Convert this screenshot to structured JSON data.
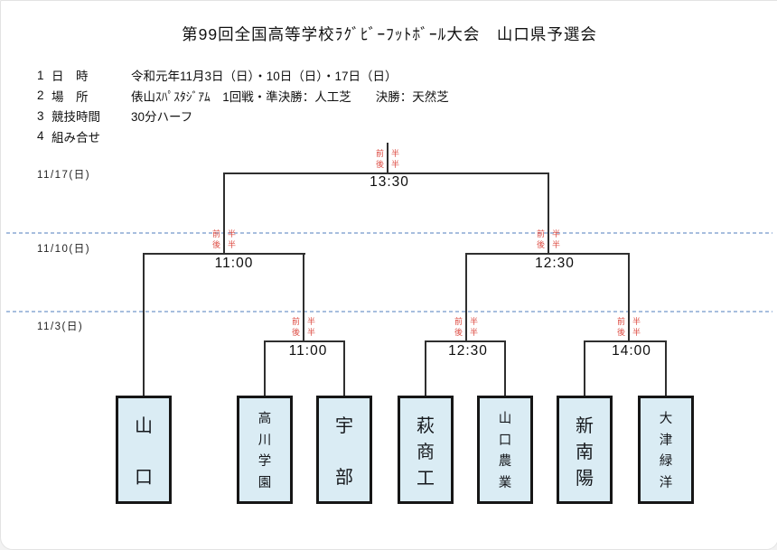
{
  "title": "第99回全国高等学校ﾗｸﾞﾋﾞｰﾌｯﾄﾎﾞｰﾙ大会　山口県予選会",
  "info": {
    "lines": [
      {
        "num": "1",
        "label": "日　時",
        "text": "令和元年11月3日（日）・10日（日）・17日（日）"
      },
      {
        "num": "2",
        "label": "場　所",
        "text": "俵山ｽﾊﾟｽﾀｼﾞｱﾑ　1回戦・準決勝：人工芝　　決勝：天然芝"
      },
      {
        "num": "3",
        "label": "競技時間",
        "text": "30分ハーフ"
      },
      {
        "num": "4",
        "label": "組み合せ",
        "text": ""
      }
    ]
  },
  "bracket": {
    "rounds": [
      {
        "date": "11/17(日)"
      },
      {
        "date": "11/10(日)"
      },
      {
        "date": "11/3(日)"
      }
    ],
    "half_indicator": {
      "front": "前",
      "back": "後",
      "half": "半"
    },
    "matches": {
      "final_time": "13:30",
      "semifinal_times": [
        "11:00",
        "12:30"
      ],
      "first_round_times": [
        "11:00",
        "12:30",
        "14:00"
      ]
    },
    "teams": [
      {
        "name": "山口"
      },
      {
        "name": "高川学園"
      },
      {
        "name": "宇部"
      },
      {
        "name": "萩商工"
      },
      {
        "name": "山口農業"
      },
      {
        "name": "新南陽"
      },
      {
        "name": "大津緑洋"
      }
    ]
  },
  "colors": {
    "line": "#2f2f2f",
    "half_indicator_red": "#dd4b42",
    "team_box_fill": "#daecf4",
    "team_box_border": "#161616",
    "dashed_divider": "#a7bede"
  }
}
